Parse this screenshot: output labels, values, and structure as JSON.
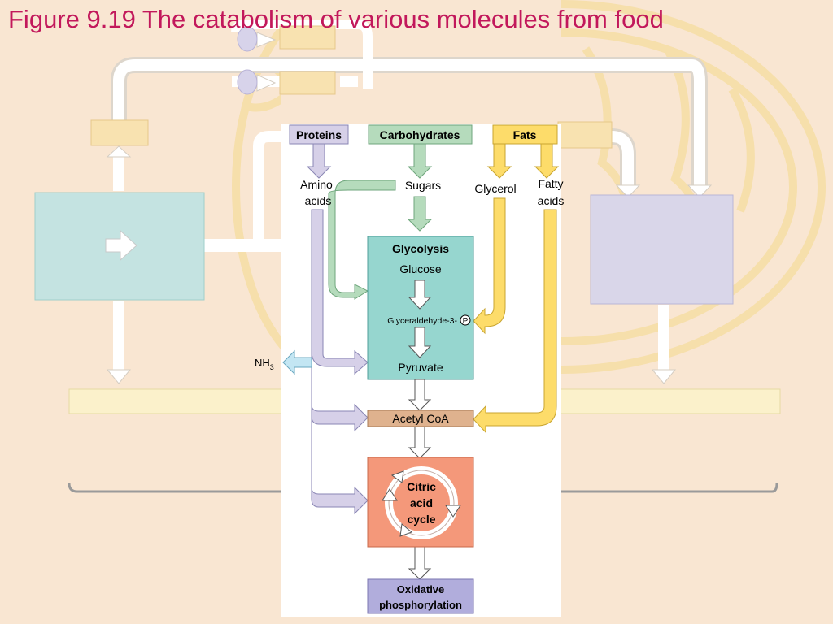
{
  "title": "Figure 9.19 The catabolism of various molecules from food",
  "sources": {
    "proteins": "Proteins",
    "carbohydrates": "Carbohydrates",
    "fats": "Fats"
  },
  "intermediates": {
    "amino_1": "Amino",
    "amino_2": "acids",
    "sugars": "Sugars",
    "glycerol": "Glycerol",
    "fatty_1": "Fatty",
    "fatty_2": "acids"
  },
  "glycolysis": {
    "heading": "Glycolysis",
    "glucose": "Glucose",
    "g3p": "Glyceraldehyde-3-",
    "phosphate": "P",
    "pyruvate": "Pyruvate"
  },
  "nh3": {
    "base": "NH",
    "sub": "3"
  },
  "acetyl_coa": "Acetyl CoA",
  "citric": {
    "line1": "Citric",
    "line2": "acid",
    "line3": "cycle"
  },
  "oxphos": {
    "line1": "Oxidative",
    "line2": "phosphorylation"
  },
  "colors": {
    "title": "#c2185b",
    "background": "#f9e6d2",
    "proteins": "#d6d0e8",
    "carbohydrates": "#b5dbbc",
    "fats": "#fddc6a",
    "glycolysis_box": "#96d6cf",
    "acetyl_coa": "#dfb28e",
    "citric_cycle": "#f4987a",
    "oxphos": "#b1addc",
    "nh3": "#c3e6f3"
  }
}
